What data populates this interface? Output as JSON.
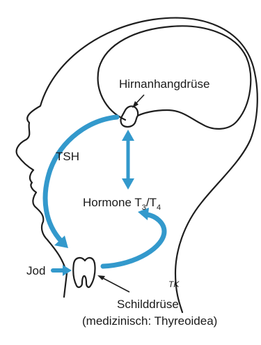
{
  "labels": {
    "pituitary": "Hirnanhangdrüse",
    "tsh": "TSH",
    "hormones_main": "Hormone T",
    "hormones_sub1": "3",
    "hormones_slash": "/T",
    "hormones_sub2": "4",
    "iodine": "Jod",
    "thyroid": "Schilddrüse",
    "thyroid_medical": "(medizinisch: Thyreoidea)",
    "signature": "TK"
  },
  "colors": {
    "arrow": "#3399cc",
    "outline": "#1e1e1e"
  }
}
